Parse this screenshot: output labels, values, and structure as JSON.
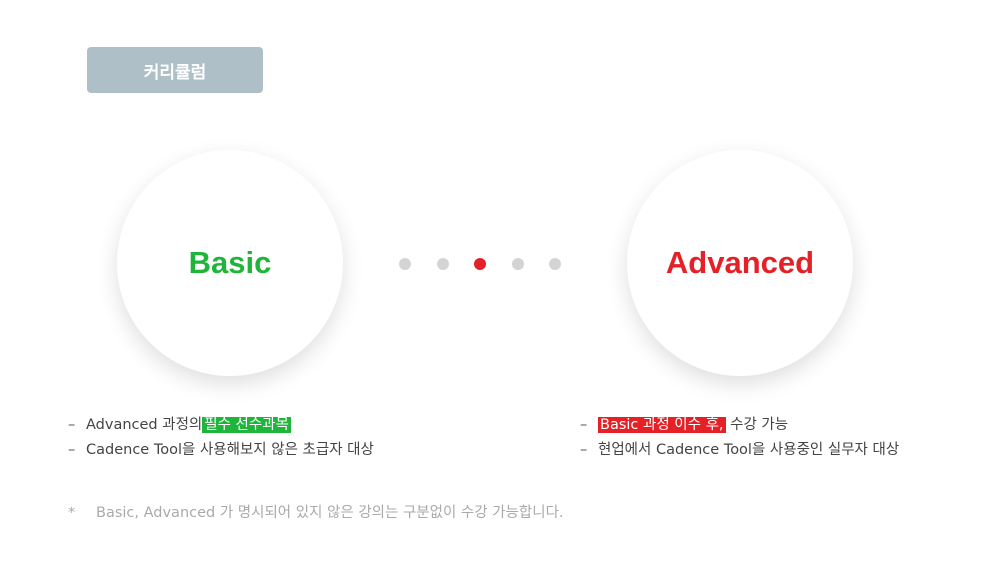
{
  "header": {
    "badge_label": "커리큘럼"
  },
  "colors": {
    "basic": "#1fb53a",
    "advanced": "#e32127",
    "dot_inactive": "#d4d4d4",
    "badge_bg": "#aebfc8"
  },
  "levels": {
    "basic": {
      "title": "Basic"
    },
    "advanced": {
      "title": "Advanced"
    }
  },
  "progress_dots": {
    "count": 5,
    "active_index": 2
  },
  "basic_desc": {
    "dash": "–",
    "line1_prefix": "Advanced 과정의",
    "line1_highlight": "필수 선수과목",
    "line2": "Cadence Tool을 사용해보지 않은 초급자 대상"
  },
  "advanced_desc": {
    "dash": "–",
    "line1_highlight": "Basic 과정 이수 후,",
    "line1_suffix": " 수강 가능",
    "line2": "현업에서 Cadence Tool을 사용중인 실무자 대상"
  },
  "note": {
    "marker": "*",
    "text": "Basic, Advanced 가 명시되어 있지 않은 강의는 구분없이 수강 가능합니다."
  }
}
